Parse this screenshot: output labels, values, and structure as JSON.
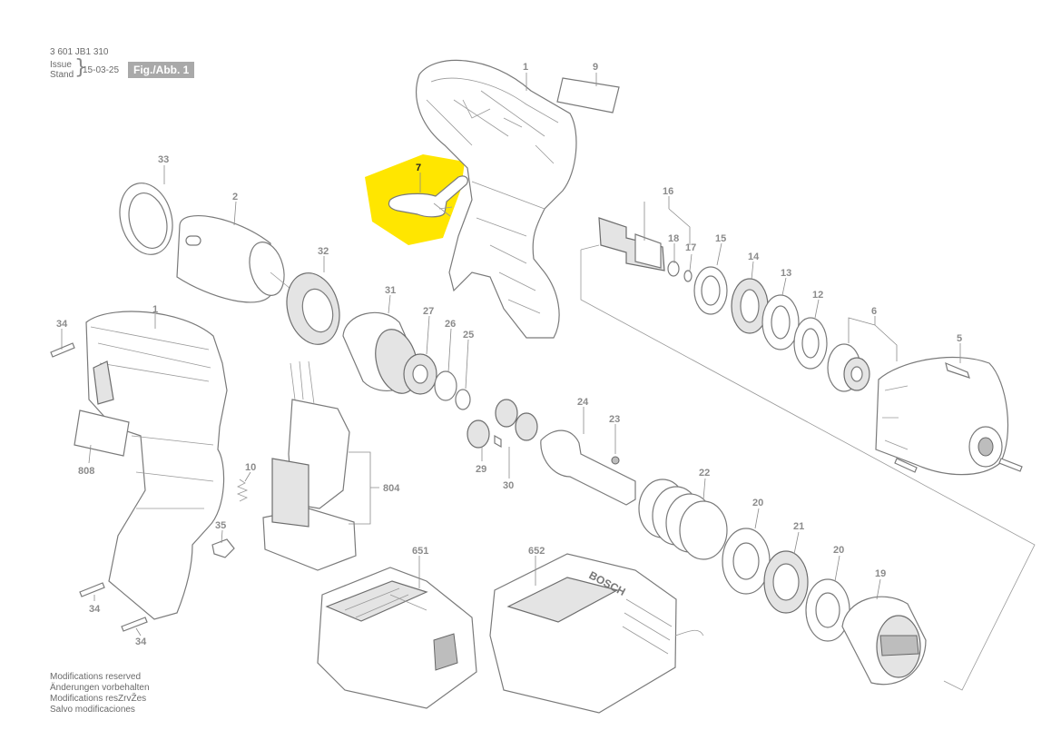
{
  "header": {
    "doc_number": "3 601 JB1 310",
    "issue_label": "Issue",
    "stand_label": "Stand",
    "issue_date": "15-03-25",
    "figure_badge": "Fig./Abb. 1"
  },
  "footer": {
    "lines": [
      "Modifications reserved",
      "Änderungen vorbehalten",
      "Modifications resZrvŽes",
      "Salvo modificaciones"
    ]
  },
  "highlight": {
    "part_number": "7",
    "color": "#ffe600"
  },
  "brand": {
    "logo_text": "BOSCH"
  },
  "callouts": {
    "c1_top": "1",
    "c9": "9",
    "c33": "33",
    "c2": "2",
    "c7": "7",
    "c16": "16",
    "c18": "18",
    "c17": "17",
    "c15": "15",
    "c14": "14",
    "c13": "13",
    "c12": "12",
    "c6": "6",
    "c5": "5",
    "c32": "32",
    "c31": "31",
    "c27": "27",
    "c26": "26",
    "c25": "25",
    "c34_a": "34",
    "c1_left": "1",
    "c24": "24",
    "c23": "23",
    "c29": "29",
    "c30": "30",
    "c22": "22",
    "c20_a": "20",
    "c21": "21",
    "c20_b": "20",
    "c19": "19",
    "c808": "808",
    "c10": "10",
    "c804": "804",
    "c35": "35",
    "c651": "651",
    "c652": "652",
    "c34_b": "34",
    "c34_c": "34"
  }
}
